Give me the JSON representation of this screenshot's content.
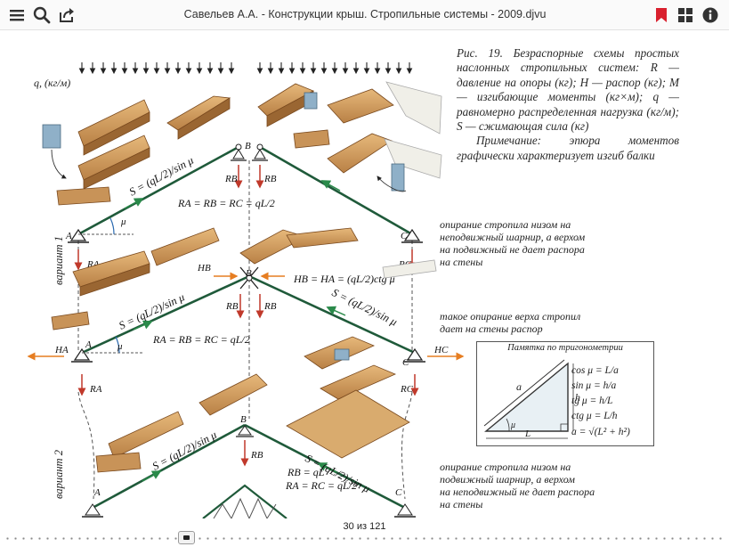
{
  "toolbar": {
    "title": "Савельев А.А. - Конструкции крыш. Стропильные системы - 2009.djvu",
    "icons": [
      "menu-icon",
      "search-icon",
      "share-icon",
      "bookmark-icon",
      "grid-icon",
      "info-icon"
    ],
    "accent_color": "#d9202e"
  },
  "page": {
    "caption": "Рис. 19. Безраспорные схемы простых наслонных стропильных систем: R — давление на опоры (кг); H — распор (кг); M — изгибающие моменты (кг×м); q — равномерно распределенная нагрузка (кг/м); S — сжимающая сила (кг)",
    "note": "Примечание: эпюра моментов графически характеризует изгиб балки",
    "load_label": "q, (кг/м)",
    "variant1_label": "вариант 1",
    "variant2_label": "вариант 2",
    "side_notes": {
      "n1": [
        "опирание стропила низом на",
        "неподвижный шарнир, а верхом",
        "на подвижный не дает распора",
        "на стены"
      ],
      "n2": [
        "такое опирание верха стропил",
        "дает на стены распор"
      ],
      "n3": [
        "опирание стропила низом на",
        "подвижный шарнир, а верхом",
        "на неподвижный не дает распора",
        "на стены"
      ]
    },
    "diagram_labels": {
      "S1": "S = (qL/2)/sin μ",
      "S2": "S = (qL/2)/sin μ",
      "S3": "S = (qL/2)/sin μ",
      "S4": "S = (qL/2)/sin μ",
      "S5": "S = (qL/2)/sin μ",
      "R_eq1": "RA = RB = RC = qL/2",
      "R_eq2": "RA = RB = RC = qL/2",
      "H_eq": "HB = HA = (qL/2)ctg μ",
      "RB_eq3": "RB = qL",
      "RA_eq3": "RA = RC = qL/2",
      "RB": "RB",
      "RA": "RA",
      "RC": "RC",
      "HB": "HB",
      "HA": "HA",
      "HC": "HC",
      "A": "A",
      "B": "B",
      "C": "C",
      "mu": "μ"
    },
    "trig": {
      "title": "Памятка по тригонометрии",
      "side_a": "a",
      "side_h": "h",
      "side_L": "L",
      "mu": "μ",
      "formulas": [
        "cos μ = L/a",
        "sin μ = h/a",
        "tg μ = h/L",
        "ctg μ = L/h",
        "a = √(L² + h²)"
      ]
    }
  },
  "footer": {
    "page_indicator": "30 из 121",
    "progress": 0.248
  }
}
